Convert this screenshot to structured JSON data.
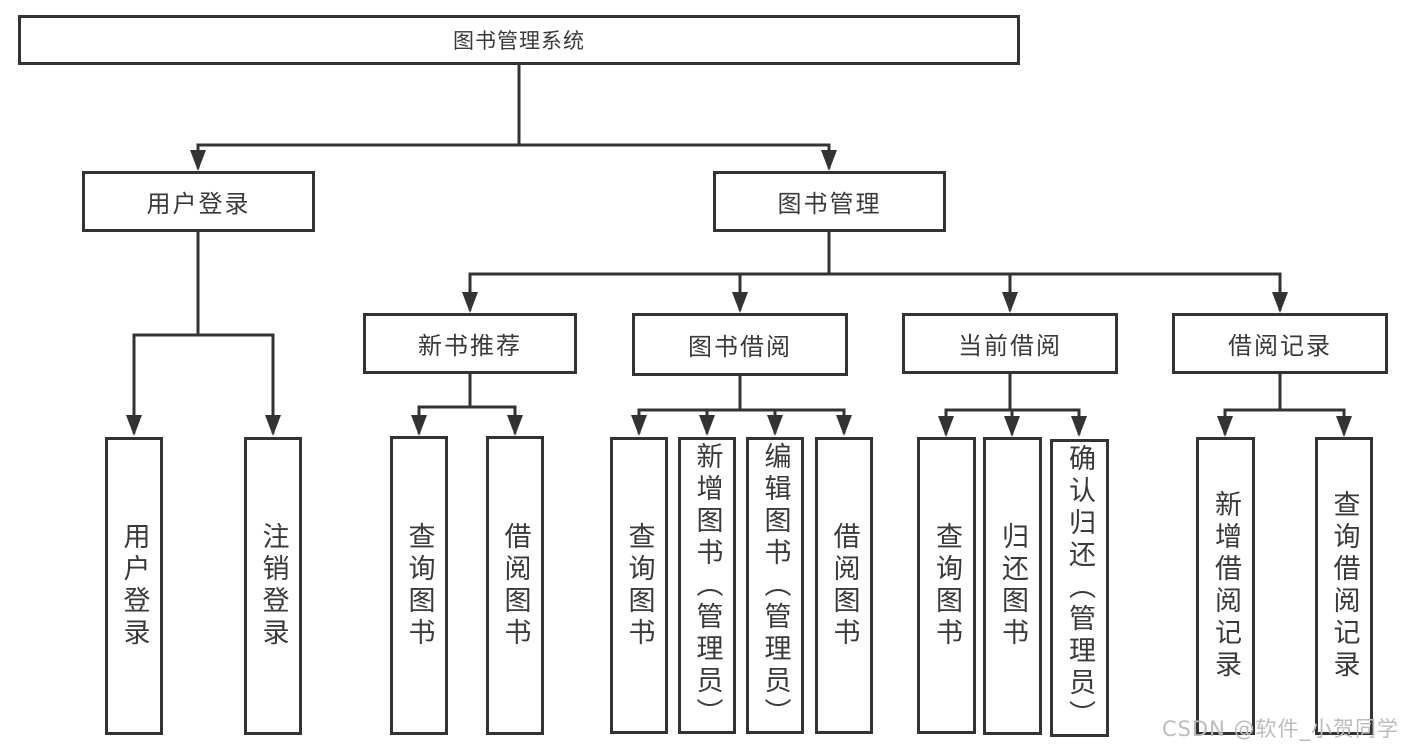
{
  "root": {
    "label": "图书管理系统"
  },
  "login": {
    "label": "用户登录",
    "children": [
      {
        "label": "用户登录"
      },
      {
        "label": "注销登录"
      }
    ]
  },
  "management": {
    "label": "图书管理",
    "sections": [
      {
        "label": "新书推荐",
        "children": [
          {
            "label": "查询图书"
          },
          {
            "label": "借阅图书"
          }
        ]
      },
      {
        "label": "图书借阅",
        "children": [
          {
            "label": "查询图书"
          },
          {
            "label": "新增图书（管理员）"
          },
          {
            "label": "编辑图书（管理员）"
          },
          {
            "label": "借阅图书"
          }
        ]
      },
      {
        "label": "当前借阅",
        "children": [
          {
            "label": "查询图书"
          },
          {
            "label": "归还图书"
          },
          {
            "label": "确认归还（管理员）"
          }
        ]
      },
      {
        "label": "借阅记录",
        "children": [
          {
            "label": "新增借阅记录"
          },
          {
            "label": "查询借阅记录"
          }
        ]
      }
    ]
  },
  "watermark": {
    "text": "CSDN @软件_小贺同学"
  },
  "colors": {
    "line": "#333333",
    "text": "#3a3a3a",
    "background": "#ffffff",
    "watermark": "#bcbcbc"
  }
}
